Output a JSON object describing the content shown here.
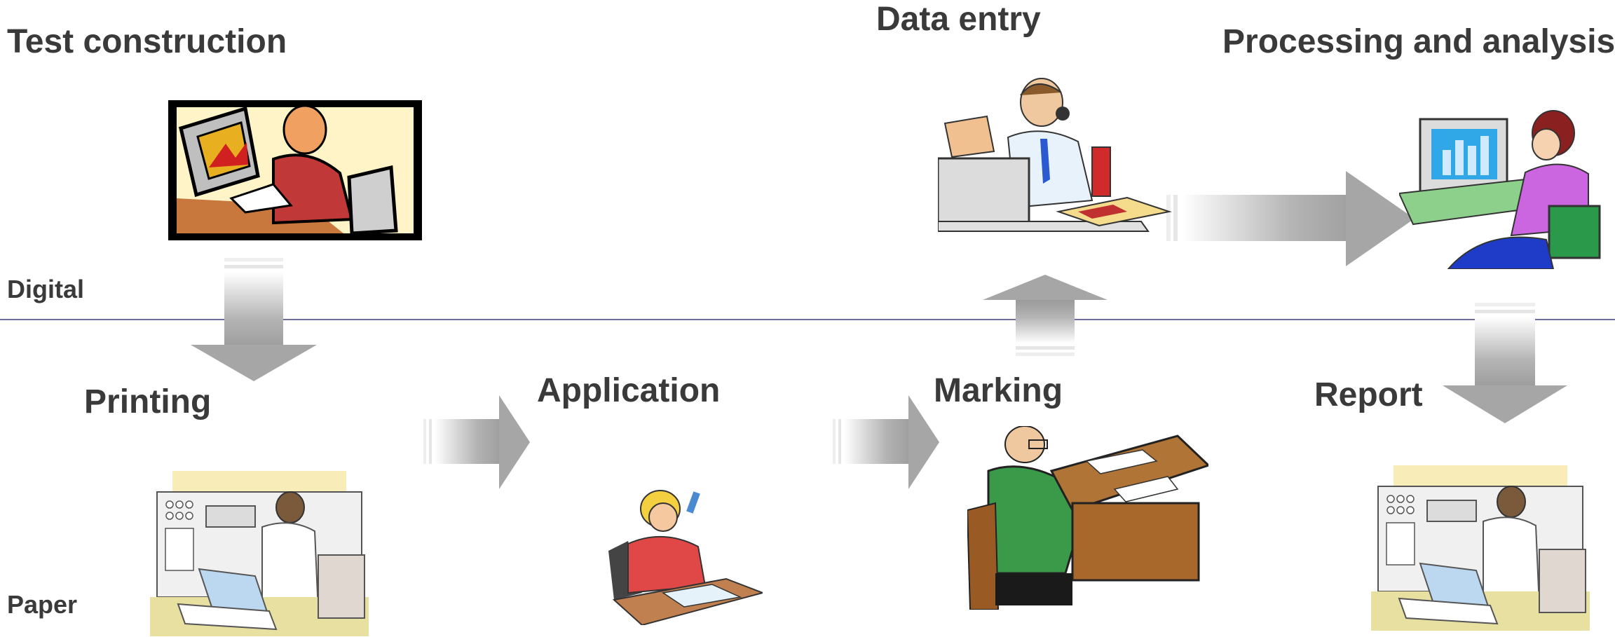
{
  "zones": {
    "digital": "Digital",
    "paper": "Paper"
  },
  "steps": {
    "test_construction": "Test construction",
    "printing": "Printing",
    "application": "Application",
    "marking": "Marking",
    "data_entry": "Data entry",
    "processing": "Processing and analysis",
    "report": "Report"
  },
  "flow": [
    "Test construction",
    "Printing",
    "Application",
    "Marking",
    "Data entry",
    "Processing and analysis",
    "Report"
  ],
  "colors": {
    "divider": "#6e6e9e",
    "arrow": "#a6a6a6",
    "text": "#3a3a3a"
  },
  "icons": {
    "test_construction": "computer-user-clipart",
    "printing": "printer-operator-clipart",
    "application": "student-writing-clipart",
    "marking": "teacher-grading-clipart",
    "data_entry": "operator-headset-clipart",
    "processing": "analyst-computer-clipart",
    "report": "printer-operator-clipart"
  }
}
